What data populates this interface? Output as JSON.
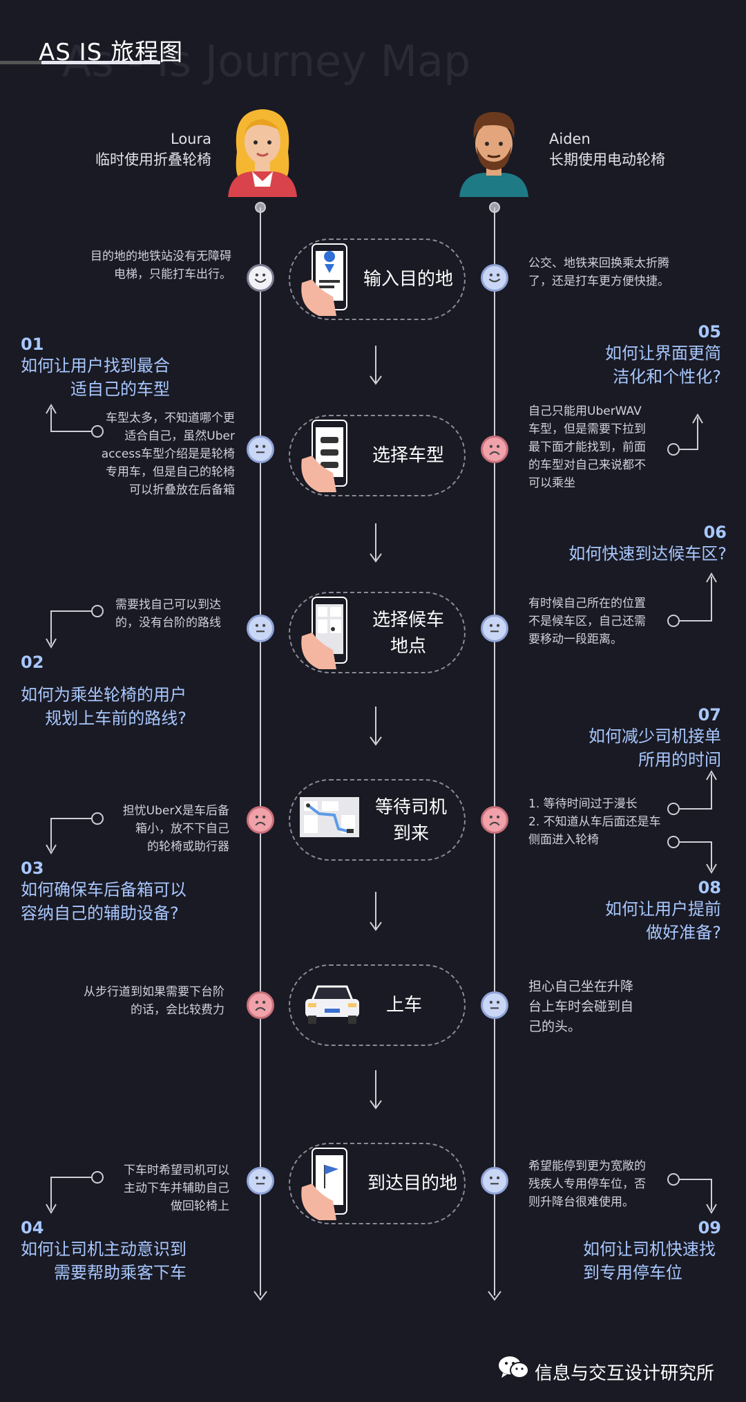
{
  "header": {
    "title": "AS IS 旅程图",
    "subtitle": "As - Is Journey Map"
  },
  "personas": [
    {
      "name": "Loura",
      "desc": "临时使用折叠轮椅"
    },
    {
      "name": "Aiden",
      "desc": "长期使用电动轮椅"
    }
  ],
  "stages": [
    {
      "label": "输入目的地"
    },
    {
      "label": "选择车型"
    },
    {
      "label": "选择候车\n地点"
    },
    {
      "label": "等待司机\n到来"
    },
    {
      "label": "上车"
    },
    {
      "label": "到达目的地"
    }
  ],
  "loura_notes": [
    "目的地的地铁站没有无障碍\n电梯，只能打车出行。",
    "车型太多，不知道哪个更\n适合自己，虽然Uber\naccess车型介绍是是轮椅\n专用车，但是自己的轮椅\n可以折叠放在后备箱",
    "需要找自己可以到达\n的，没有台阶的路线",
    "担忧UberX是车后备\n箱小，放不下自己\n的轮椅或助行器",
    "从步行道到如果需要下台阶\n的话，会比较费力",
    "下车时希望司机可以\n主动下车并辅助自己\n做回轮椅上"
  ],
  "aiden_notes": [
    "公交、地铁来回换乘太折腾\n了，还是打车更方便快捷。",
    "自己只能用UberWAV\n车型，但是需要下拉到\n最下面才能找到，前面\n的车型对自己来说都不\n可以乘坐",
    "有时候自己所在的位置\n不是候车区，自己还需\n要移动一段距离。",
    "1. 等待时间过于漫长\n2. 不知道从车后面还是车\n侧面进入轮椅",
    "担心自己坐在升降\n台上车时会碰到自\n己的头。",
    "希望能停到更为宽敞的\n残疾人专用停车位，否\n则升降台很难使用。"
  ],
  "questions": [
    {
      "num": "01",
      "text": "如何让用户找到最合\n适自己的车型"
    },
    {
      "num": "02",
      "text": "如何为乘坐轮椅的用户\n规划上车前的路线?"
    },
    {
      "num": "03",
      "text": "如何确保车后备箱可以\n容纳自己的辅助设备?"
    },
    {
      "num": "04",
      "text": "如何让司机主动意识到\n需要帮助乘客下车"
    },
    {
      "num": "05",
      "text": "如何让界面更简\n洁化和个性化?"
    },
    {
      "num": "06",
      "text": "如何快速到达候车区?"
    },
    {
      "num": "07",
      "text": "如何减少司机接单\n所用的时间"
    },
    {
      "num": "08",
      "text": "如何让用户提前\n做好准备?"
    },
    {
      "num": "09",
      "text": "如何让司机快速找\n到专用停车位"
    }
  ],
  "footer": {
    "brand": "信息与交互设计研究所"
  },
  "colors": {
    "background": "#1a1a24",
    "accent": "#a8c8ff",
    "happy": "#f2f2f6",
    "neutral": "#c9d6f5",
    "sad": "#f0a1a9"
  },
  "moods": {
    "loura": [
      "happy",
      "neutral",
      "neutral",
      "sad",
      "sad",
      "neutral"
    ],
    "aiden": [
      "neutral",
      "sad",
      "neutral",
      "sad",
      "neutral",
      "neutral"
    ]
  }
}
